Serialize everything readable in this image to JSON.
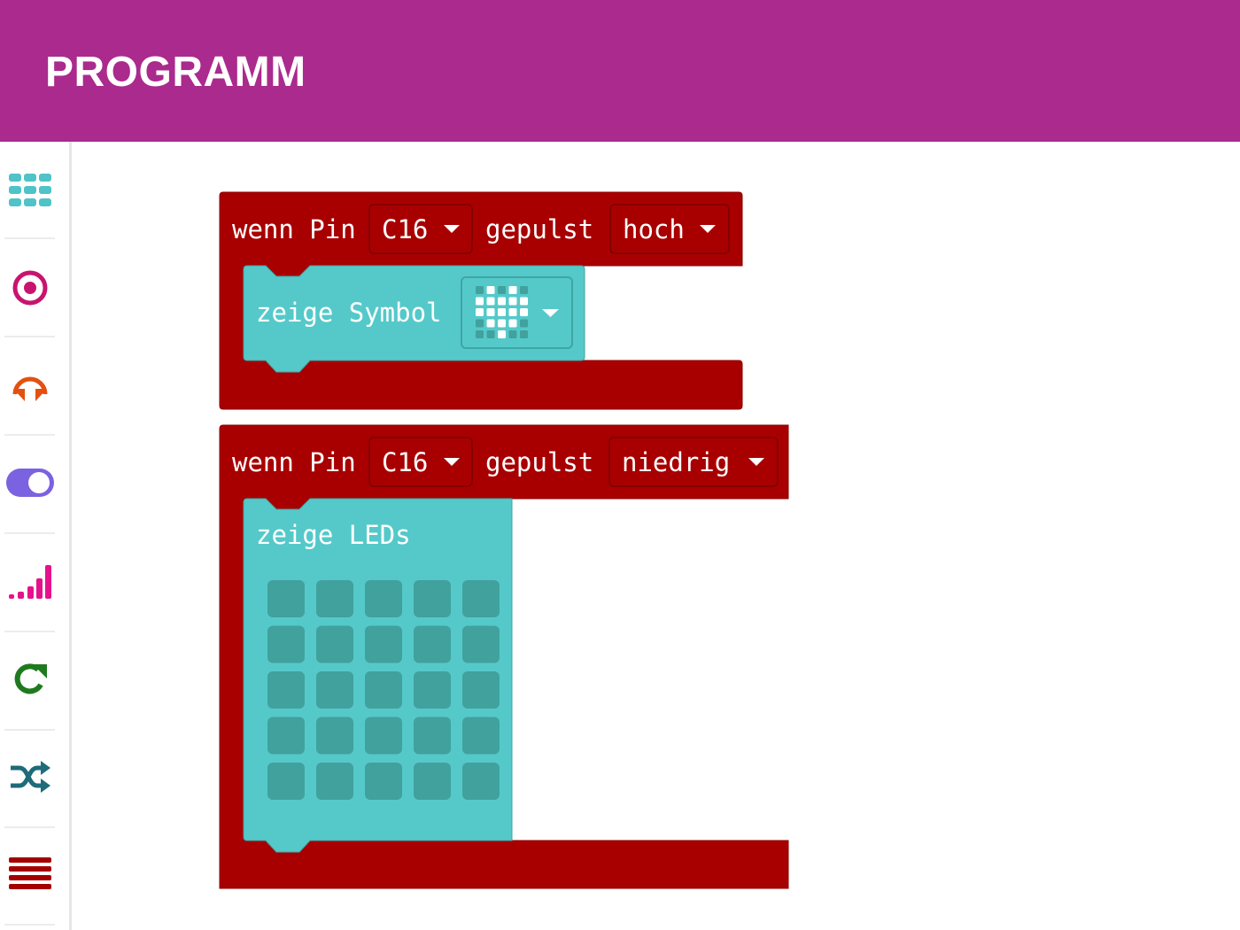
{
  "header": {
    "title": "PROGRAMM"
  },
  "sidebar": {
    "categories": [
      {
        "name": "basic",
        "icon": "grid-icon",
        "color": "#4FC3C7"
      },
      {
        "name": "input",
        "icon": "target-icon",
        "color": "#C8146E"
      },
      {
        "name": "music",
        "icon": "headphones-icon",
        "color": "#E4500F"
      },
      {
        "name": "led",
        "icon": "toggle-icon",
        "color": "#7A62E0"
      },
      {
        "name": "radio",
        "icon": "signal-icon",
        "color": "#E5128C"
      },
      {
        "name": "loops",
        "icon": "loop-icon",
        "color": "#1F7A1F"
      },
      {
        "name": "logic",
        "icon": "shuffle-icon",
        "color": "#1E6B7A"
      },
      {
        "name": "variables",
        "icon": "list-icon",
        "color": "#A50000"
      }
    ]
  },
  "blocks": [
    {
      "event": "wenn Pin",
      "pin": "C16",
      "word": "gepulst",
      "state": "hoch",
      "inner": {
        "label": "zeige Symbol",
        "symbol": [
          [
            0,
            1,
            0,
            1,
            0
          ],
          [
            1,
            1,
            1,
            1,
            1
          ],
          [
            1,
            1,
            1,
            1,
            1
          ],
          [
            0,
            1,
            1,
            1,
            0
          ],
          [
            0,
            0,
            1,
            0,
            0
          ]
        ]
      }
    },
    {
      "event": "wenn Pin",
      "pin": "C16",
      "word": "gepulst",
      "state": "niedrig",
      "inner": {
        "label": "zeige LEDs",
        "leds": [
          [
            0,
            0,
            0,
            0,
            0
          ],
          [
            0,
            0,
            0,
            0,
            0
          ],
          [
            0,
            0,
            0,
            0,
            0
          ],
          [
            0,
            0,
            0,
            0,
            0
          ],
          [
            0,
            0,
            0,
            0,
            0
          ]
        ]
      }
    }
  ],
  "colors": {
    "event": "#A80000",
    "event_dark": "#8C0000",
    "basic": "#55C9C9",
    "basic_dark": "#3FA5A5",
    "led_off": "#41A19D",
    "led_on": "#FFFFFF"
  }
}
